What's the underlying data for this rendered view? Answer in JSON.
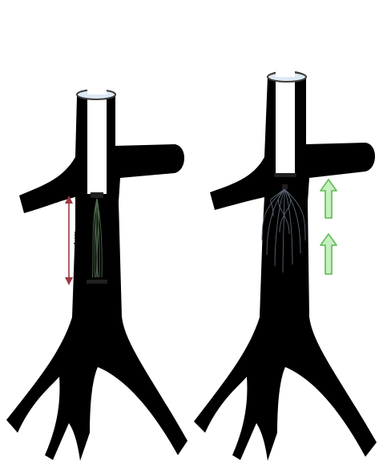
{
  "figure": {
    "colors": {
      "background": "#ffffff",
      "vessel_fill": "#dde9f4",
      "vessel_outline": "#3d3d3d",
      "catheter_fill": "#ffffff",
      "sheath_fill": "#f2f1df",
      "filter_wire": "#4f6a4f",
      "deployed_wire": "#5b6472",
      "measure_arrow": "#9c3a44",
      "flow_arrow_fill": "#c6f0bf",
      "flow_arrow_stroke": "#6dbf63"
    },
    "left_panel": {
      "state": "filter constrained in delivery sheath",
      "measurement_label": "≤1 cm",
      "measurement_icon": "double-headed-arrow-icon"
    },
    "right_panel": {
      "state": "filter deployed",
      "flow_icon": "up-arrow-icon",
      "flow_arrow_count": 2
    }
  }
}
